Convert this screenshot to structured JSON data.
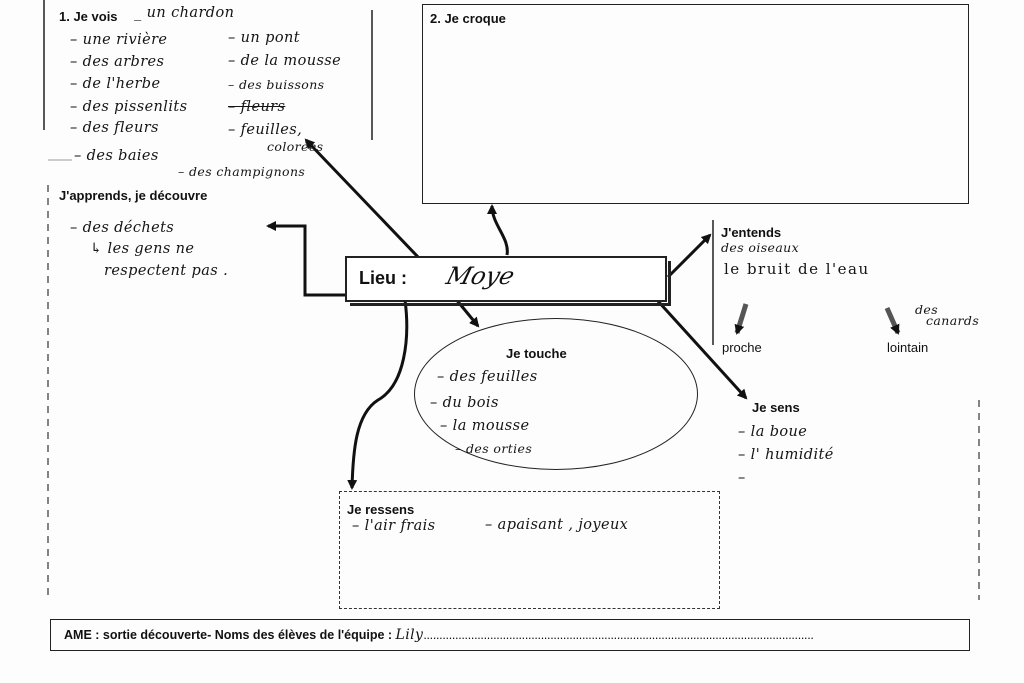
{
  "sheet": {
    "je_vois": {
      "title": "1. Je vois",
      "items": [
        "_ un chardon",
        "– une rivière",
        "– un pont",
        "– des arbres",
        "– de la mousse",
        "– de l'herbe",
        "– des buissons",
        "– des pissenlits",
        "– fleurs",
        "– des fleurs",
        "– feuilles,",
        "colorées",
        "– des baies",
        "– des champignons"
      ]
    },
    "je_croque": {
      "title": "2. Je croque"
    },
    "japprends": {
      "title": "J'apprends, je découvre",
      "items": [
        "– des déchets",
        "↳ les gens ne",
        "respectent pas ."
      ]
    },
    "lieu": {
      "label": "Lieu :",
      "value": "Moye"
    },
    "jentends": {
      "title": "J'entends",
      "items": [
        "des oiseaux",
        "le bruit de l'eau"
      ],
      "proche": "proche",
      "lointain": "lointain",
      "lointain_note": [
        "des",
        "canards"
      ]
    },
    "je_touche": {
      "title": "Je touche",
      "items": [
        "– des feuilles",
        "– du bois",
        "– la mousse",
        "– des orties"
      ]
    },
    "je_sens": {
      "title": "Je sens",
      "items": [
        "– la boue",
        "– l' humidité",
        "–"
      ]
    },
    "je_ressens": {
      "title": "Je ressens",
      "items": [
        "– l'air frais",
        "– apaisant , joyeux"
      ]
    },
    "footer": {
      "text": "AME : sortie découverte-  Noms des élèves de l'équipe : ",
      "signature": "Lily",
      "dots": "..........................................................................................................................."
    }
  }
}
